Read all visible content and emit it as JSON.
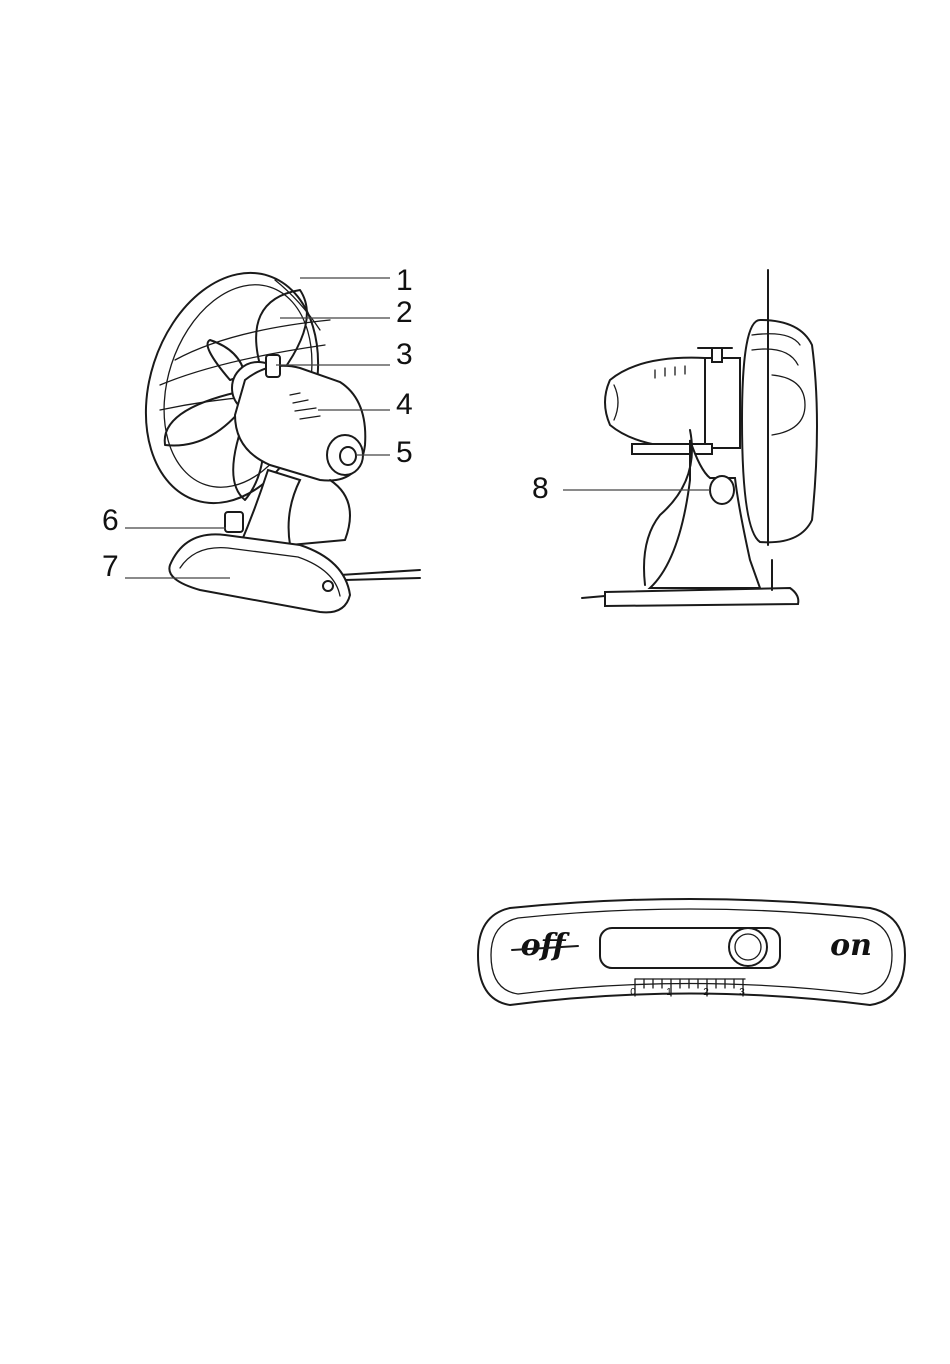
{
  "figure_front": {
    "callouts": [
      "1",
      "2",
      "3",
      "4",
      "5",
      "6",
      "7"
    ]
  },
  "figure_side": {
    "callouts": [
      "8"
    ]
  },
  "switch_panel": {
    "off_label": "off",
    "on_label": "on",
    "scale_ticks": [
      "0",
      "1",
      "2",
      "3"
    ]
  }
}
